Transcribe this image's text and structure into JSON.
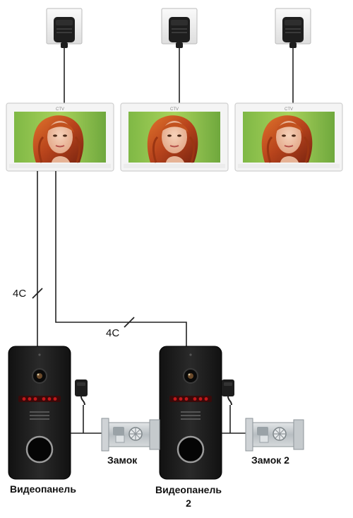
{
  "diagram": {
    "monitor_brand": "CTV",
    "wire_labels": {
      "left_vertical": "4C",
      "horizontal": "4C"
    },
    "devices": {
      "panel_1": "Видеопанель",
      "panel_2_line1": "Видеопанель",
      "panel_2_line2": "2",
      "lock_1": "Замок",
      "lock_2": "Замок 2"
    },
    "icons": [
      "power-adapter-icon",
      "monitor-icon",
      "door-panel-icon",
      "lock-icon",
      "wire-break-mark-icon"
    ],
    "colors": {
      "wire": "#222222",
      "monitor_frame": "#f4f4f4",
      "panel_body": "#1c1c1c",
      "ir_led": "#c2181b",
      "lock_metal": "#c9cdd0"
    }
  }
}
